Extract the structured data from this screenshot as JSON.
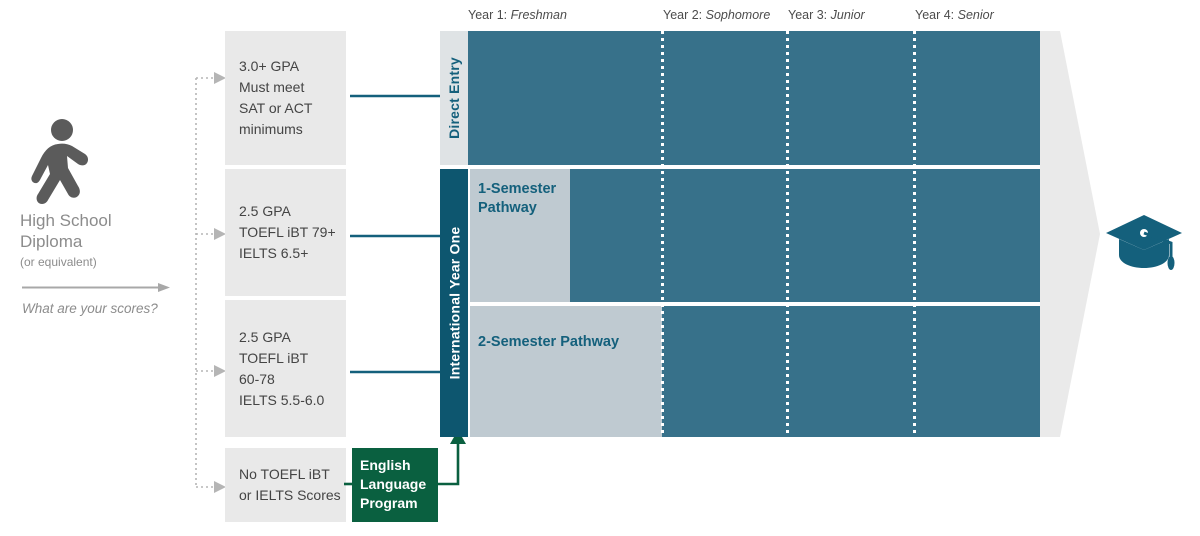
{
  "colors": {
    "teal": "#37718a",
    "dark_teal": "#0d566f",
    "pale_blue": "#bfcad1",
    "light_gray": "#e9e9e9",
    "spine_gray": "#dfe3e5",
    "green": "#0a6040",
    "gray_text": "#8c8c8c",
    "arrow_gray": "#a8a8a8"
  },
  "entry": {
    "icon": "walking-person-icon",
    "title": "High School\nDiploma",
    "subtitle": "(or equivalent)",
    "question": "What are your scores?"
  },
  "criteria": [
    {
      "id": "direct-entry",
      "lines": [
        "3.0+ GPA",
        "Must meet",
        "SAT or ACT",
        "minimums"
      ]
    },
    {
      "id": "one-semester",
      "lines": [
        "2.5 GPA",
        "TOEFL iBT 79+",
        "IELTS 6.5+"
      ]
    },
    {
      "id": "two-semester",
      "lines": [
        "2.5 GPA",
        "TOEFL iBT",
        "60-78",
        "IELTS 5.5-6.0"
      ]
    },
    {
      "id": "no-scores",
      "lines": [
        "No TOEFL iBT",
        "or IELTS Scores"
      ]
    }
  ],
  "english_language_program": {
    "label": "English\nLanguage\nProgram"
  },
  "years": [
    {
      "prefix": "Year 1:",
      "name": "Freshman"
    },
    {
      "prefix": "Year 2:",
      "name": "Sophomore"
    },
    {
      "prefix": "Year 3:",
      "name": "Junior"
    },
    {
      "prefix": "Year 4:",
      "name": "Senior"
    }
  ],
  "tracks": {
    "direct_entry_label": "Direct Entry",
    "international_year_one_label": "International Year One",
    "one_semester_pathway_label": "1-Semester\nPathway",
    "two_semester_pathway_label": "2-Semester Pathway"
  },
  "outcome": {
    "icon": "graduation-cap-icon"
  }
}
